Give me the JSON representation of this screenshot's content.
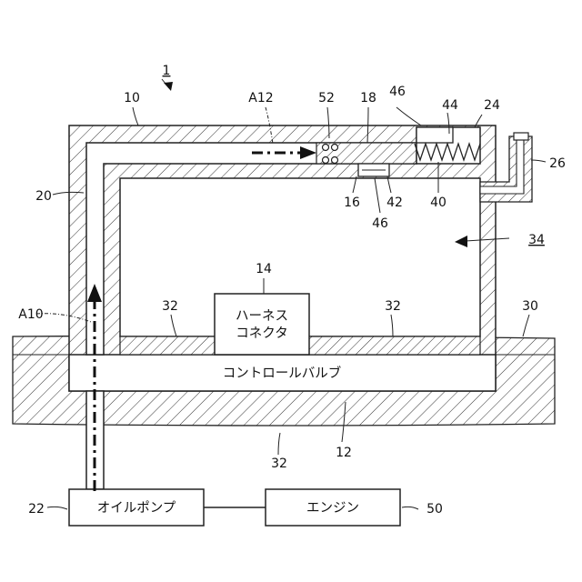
{
  "figure": {
    "ref_main": "1",
    "ref_housing": "10",
    "ref_control_valve": "12",
    "ref_harness_connector": "14",
    "ref_16": "16",
    "ref_18": "18",
    "ref_20": "20",
    "ref_22": "22",
    "ref_24": "24",
    "ref_26": "26",
    "ref_30": "30",
    "ref_32_left": "32",
    "ref_32_right": "32",
    "ref_32_bottom": "32",
    "ref_34": "34",
    "ref_40": "40",
    "ref_42": "42",
    "ref_44": "44",
    "ref_46_top": "46",
    "ref_46_bottom": "46",
    "ref_50": "50",
    "ref_52": "52",
    "arrow_a10": "A10",
    "arrow_a12": "A12"
  },
  "boxes": {
    "harness_line1": "ハーネス",
    "harness_line2": "コネクタ",
    "control_valve": "コントロールバルブ",
    "oil_pump": "オイルポンプ",
    "engine": "エンジン"
  }
}
